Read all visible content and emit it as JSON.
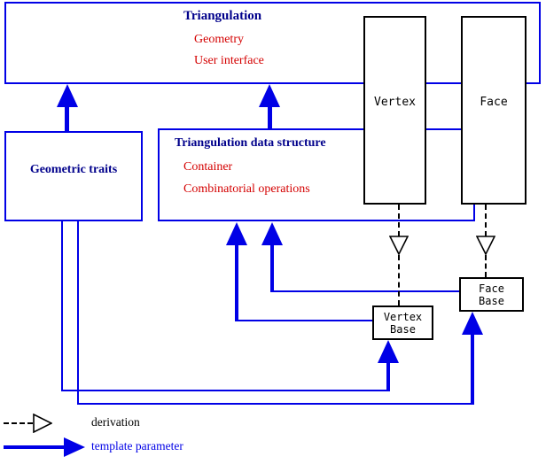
{
  "colors": {
    "blue": "#0000e6",
    "navy": "#00008b",
    "red": "#d40000",
    "black": "#000000"
  },
  "boxes": {
    "triangulation": {
      "title": "Triangulation",
      "items": [
        "Geometry",
        "User interface"
      ]
    },
    "tds": {
      "title": "Triangulation data structure",
      "items": [
        "Container",
        "Combinatorial operations"
      ]
    },
    "geometric_traits": {
      "label": "Geometric traits"
    },
    "vertex": {
      "label": "Vertex"
    },
    "face": {
      "label": "Face"
    },
    "vertex_base": {
      "line1": "Vertex",
      "line2": "Base"
    },
    "face_base": {
      "line1": "Face",
      "line2": "Base"
    }
  },
  "legend": {
    "derivation_label": "derivation",
    "template_parameter_label": "template parameter"
  }
}
